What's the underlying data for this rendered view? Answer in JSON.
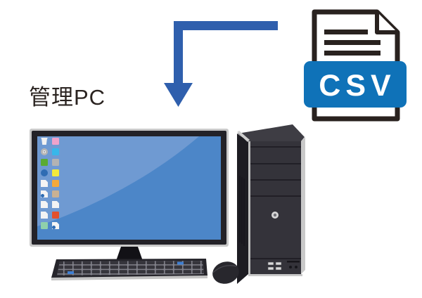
{
  "labels": {
    "pc": "管理PC"
  },
  "csv_file": {
    "label": "CSV",
    "text_line_count": 3
  },
  "arrow": {
    "direction": "from-csv-file-down-to-pc"
  },
  "colors": {
    "arrow_blue": "#2f5fad",
    "csv_banner_blue": "#0f72b8",
    "outline_dark": "#29221f",
    "screen_blue": "#4c86c8",
    "screen_highlight_blue": "#6f9ad2",
    "device_dark": "#34333a",
    "device_side_dark": "#1d1c22",
    "trim_gray": "#c9c9c9"
  },
  "monitor": {
    "desktop_icons": [
      {
        "type": "trash",
        "color": "#f2f2f2"
      },
      {
        "type": "pink-square",
        "color": "#f0a3cb"
      },
      {
        "type": "disc",
        "color": "#b5b5b5"
      },
      {
        "type": "cyan-square",
        "color": "#38b7ea"
      },
      {
        "type": "green-square",
        "color": "#5aab33"
      },
      {
        "type": "gray-square",
        "color": "#b3b3b3"
      },
      {
        "type": "blue-circle",
        "color": "#2e6cb3"
      },
      {
        "type": "yellow-square",
        "color": "#f2ea3a"
      },
      {
        "type": "document",
        "color": "#f4f4f4"
      },
      {
        "type": "orange-square",
        "color": "#f3a93b"
      },
      {
        "type": "document-dot",
        "color": "#f4f4f4"
      },
      {
        "type": "tan-square",
        "color": "#c9b193"
      },
      {
        "type": "document",
        "color": "#f4f4f4"
      },
      {
        "type": "document",
        "color": "#f4f4f4"
      },
      {
        "type": "document",
        "color": "#f4f4f4"
      },
      {
        "type": "red-square",
        "color": "#e2502d"
      },
      {
        "type": "mint-square",
        "color": "#8fd1ab"
      },
      {
        "type": "document-dot",
        "color": "#f4f4f4"
      }
    ]
  }
}
